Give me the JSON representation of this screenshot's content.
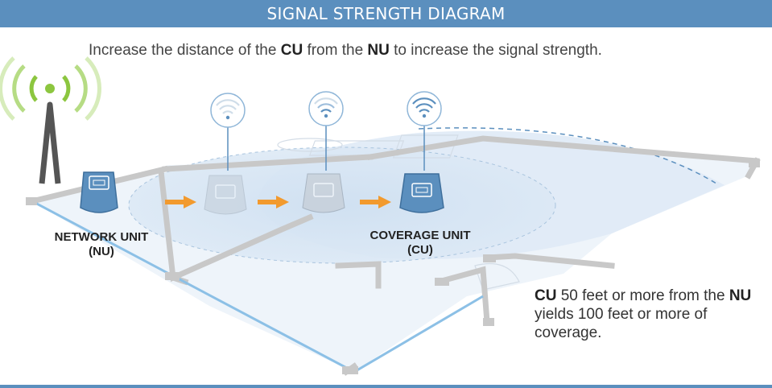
{
  "title": "SIGNAL STRENGTH DIAGRAM",
  "instruction": {
    "pre": "Increase the distance of the ",
    "cu": "CU",
    "mid": " from the ",
    "nu": "NU",
    "post": " to increase the signal strength."
  },
  "network_unit": {
    "line1": "NETWORK UNIT",
    "line2": "(NU)"
  },
  "coverage_unit": {
    "line1": "COVERAGE UNIT",
    "line2": "(CU)"
  },
  "note": {
    "cu": "CU",
    "part1": " 50 feet or more from the ",
    "nu": "NU",
    "part2": " yields 100 feet or more of coverage."
  },
  "colors": {
    "accent": "#5b8fbe",
    "unit": "#5b8fbe",
    "arrow": "#f29a2e",
    "signal_green": "#8cc63f",
    "wall": "#c8c8c8",
    "floor": "#eaf2fa"
  }
}
